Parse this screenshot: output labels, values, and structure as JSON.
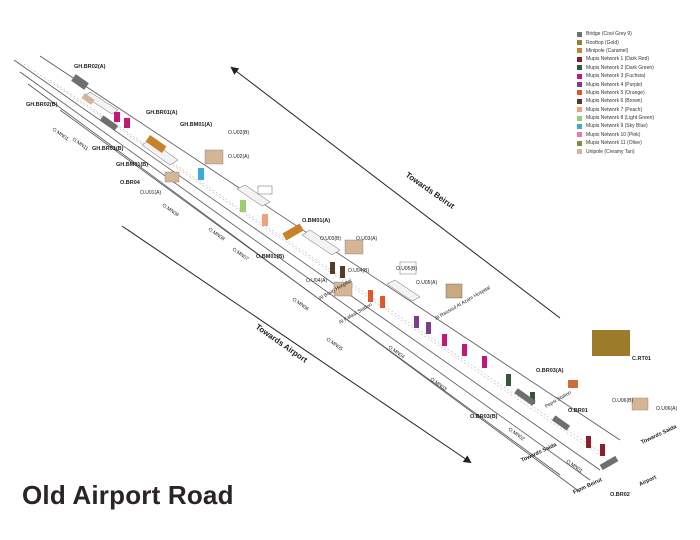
{
  "title": "Old Airport Road",
  "legend": [
    {
      "label": "Bridge (Cool Grey 9)",
      "color": "#6e6f71"
    },
    {
      "label": "Rooftop (Gold)",
      "color": "#9c7c2a"
    },
    {
      "label": "Minipole (Caramel)",
      "color": "#c9822c"
    },
    {
      "label": "Mupis Network 1 (Dark Red)",
      "color": "#8c1d2a"
    },
    {
      "label": "Mupis Network 2 (Dark Green)",
      "color": "#2f5a3a"
    },
    {
      "label": "Mupis Network 3 (Fuchsia)",
      "color": "#c2187a"
    },
    {
      "label": "Mupis Network 4 (Purple)",
      "color": "#7b3d8f"
    },
    {
      "label": "Mupis Network 5 (Orange)",
      "color": "#e2572a"
    },
    {
      "label": "Mupis Network 6 (Brown)",
      "color": "#5a3a22"
    },
    {
      "label": "Mupis Network 7 (Peach)",
      "color": "#efa37b"
    },
    {
      "label": "Mupis Network 8 (Light Green)",
      "color": "#9ecb6e"
    },
    {
      "label": "Mupis Network 9 (Sky Blue)",
      "color": "#3fa9d8"
    },
    {
      "label": "Mupis Network 10 (Pink)",
      "color": "#e27ca8"
    },
    {
      "label": "Mupis Network 11 (Olive)",
      "color": "#8a8a3a"
    },
    {
      "label": "Unipole (Creamy Tan)",
      "color": "#d4b596"
    }
  ],
  "directions": {
    "beirut": "Towards Beirut",
    "airport": "Towards Airport"
  },
  "road_labels": {
    "towards_saida": "Towards Saida",
    "from_beirut": "From Beirut",
    "airport": "Airport",
    "towards_saida_2": "Towards Saida"
  },
  "sites": [
    {
      "label": "GH.BR02(A)",
      "color": "#222222"
    },
    {
      "label": "GH.BR02(B)",
      "color": "#222222"
    },
    {
      "label": "GH.BR01(A)",
      "color": "#222222"
    },
    {
      "label": "GH.BR01(B)",
      "color": "#222222"
    },
    {
      "label": "GH.BM01(A)",
      "color": "#c9822c"
    },
    {
      "label": "GH.BM01(B)",
      "color": "#c9822c"
    },
    {
      "label": "O.BR04",
      "color": "#222222"
    },
    {
      "label": "O.U01(A)",
      "color": "#d4b596"
    },
    {
      "label": "O.U02(B)",
      "color": "#efa37b"
    },
    {
      "label": "O.U02(A)",
      "color": "#d4b596"
    },
    {
      "label": "O.BM01(A)",
      "color": "#c9822c"
    },
    {
      "label": "O.BM01(B)",
      "color": "#c9822c"
    },
    {
      "label": "O.U03(B)",
      "color": "#d4b596"
    },
    {
      "label": "O.U03(A)",
      "color": "#d4b596"
    },
    {
      "label": "O.U04(A)",
      "color": "#d4b596"
    },
    {
      "label": "O.U04(B)",
      "color": "#d4b596"
    },
    {
      "label": "O.U05(B)",
      "color": "#d4b596"
    },
    {
      "label": "O.U05(A)",
      "color": "#d4b596"
    },
    {
      "label": "O.BR03(A)",
      "color": "#222222"
    },
    {
      "label": "O.BR03(B)",
      "color": "#222222"
    },
    {
      "label": "O.BR01",
      "color": "#222222"
    },
    {
      "label": "O.BR02",
      "color": "#222222"
    },
    {
      "label": "O.U06(B)",
      "color": "#d4b596"
    },
    {
      "label": "O.U06(A)",
      "color": "#d4b596"
    },
    {
      "label": "C.RT01",
      "color": "#222222"
    }
  ],
  "networks": [
    {
      "label": "O.MN01",
      "color": "#9c7c2a"
    },
    {
      "label": "O.MN11",
      "color": "#8a8a3a"
    },
    {
      "label": "O.MN09",
      "color": "#3fa9d8"
    },
    {
      "label": "O.MN08",
      "color": "#9ecb6e"
    },
    {
      "label": "O.MN07",
      "color": "#efa37b"
    },
    {
      "label": "O.MN06",
      "color": "#5a3a22"
    },
    {
      "label": "O.MN05",
      "color": "#e2572a"
    },
    {
      "label": "O.MN04",
      "color": "#7b3d8f"
    },
    {
      "label": "O.MN03",
      "color": "#c2187a"
    },
    {
      "label": "O.MN02",
      "color": "#2f5a3a"
    },
    {
      "label": "O.MN01",
      "color": "#8c1d2a"
    }
  ],
  "places": {
    "al_bourj_hospital": "Al Bourj Hospital",
    "al_rassoul_al_azam_hospital": "Al Rassoul Al Azam Hospital",
    "al_kafaat_station": "Al Kafaat Station",
    "pepsi_station": "Pepsi Station"
  }
}
